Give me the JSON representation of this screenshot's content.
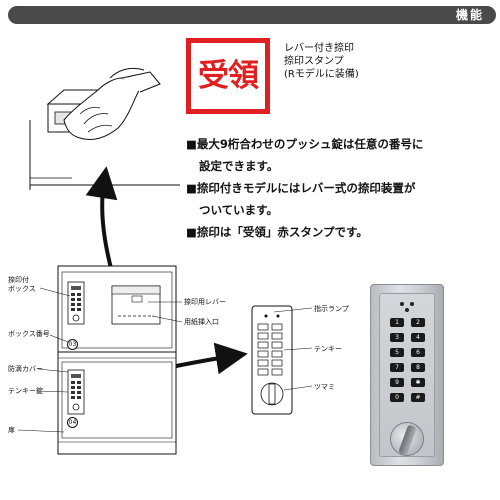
{
  "header": {
    "title": "機能"
  },
  "stamp": {
    "text": "受領",
    "caption_lines": [
      "レバー付き捺印",
      "捺印スタンプ",
      "(Rモデルに装備)"
    ]
  },
  "bullets": [
    "■最大9桁合わせのプッシュ錠は任意の番号に",
    "設定できます。",
    "■捺印付きモデルにはレバー式の捺印装置が",
    "ついています。",
    "■捺印は「受領」赤スタンプです。"
  ],
  "cabinet": {
    "labels": {
      "seal_box": [
        "捺印付",
        "ボックス"
      ],
      "box_number": "ボックス番号",
      "rain_cover": "防滴カバー",
      "keypad_lock": "テンキー錠",
      "door": "扉",
      "seal_lever": "捺印用レバー",
      "form_slot": "用紙挿入口"
    },
    "badges": [
      "03",
      "04"
    ]
  },
  "keypad_diagram": {
    "labels": {
      "indicator_lamp": "指示ランプ",
      "tenkey": "テンキー",
      "knob": "ツマミ"
    }
  },
  "keypad_photo": {
    "keys": [
      "1",
      "2",
      "3",
      "4",
      "5",
      "6",
      "7",
      "8",
      "9",
      "✱",
      "0",
      "#"
    ]
  }
}
